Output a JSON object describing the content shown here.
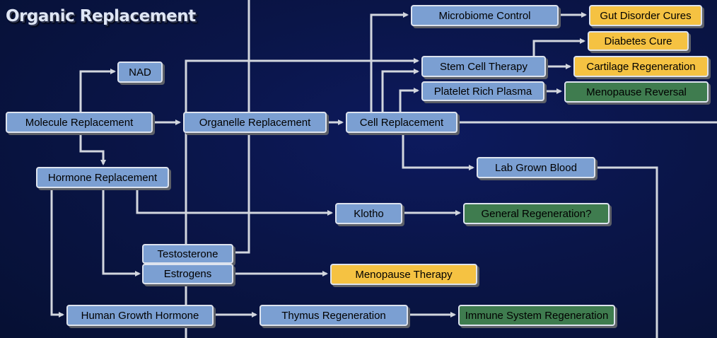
{
  "title": "Organic Replacement",
  "colors": {
    "node_blue": "#7b9fd2",
    "node_yellow": "#f5c242",
    "node_green": "#3f7c4f",
    "line": "#d2d6de",
    "background": "#0a1548"
  },
  "nodes": {
    "nad": "NAD",
    "molecule_replacement": "Molecule Replacement",
    "hormone_replacement": "Hormone Replacement",
    "organelle_replacement": "Organelle Replacement",
    "cell_replacement": "Cell Replacement",
    "microbiome_control": "Microbiome Control",
    "gut_disorder_cures": "Gut Disorder Cures",
    "diabetes_cure": "Diabetes Cure",
    "stem_cell_therapy": "Stem Cell Therapy",
    "cartilage_regeneration": "Cartilage Regeneration",
    "platelet_rich_plasma": "Platelet Rich Plasma",
    "menopause_reversal": "Menopause Reversal",
    "lab_grown_blood": "Lab Grown Blood",
    "klotho": "Klotho",
    "general_regeneration": "General Regeneration?",
    "testosterone": "Testosterone",
    "estrogens": "Estrogens",
    "menopause_therapy": "Menopause Therapy",
    "human_growth_hormone": "Human Growth Hormone",
    "thymus_regeneration": "Thymus Regeneration",
    "immune_system_regeneration": "Immune System Regeneration"
  }
}
